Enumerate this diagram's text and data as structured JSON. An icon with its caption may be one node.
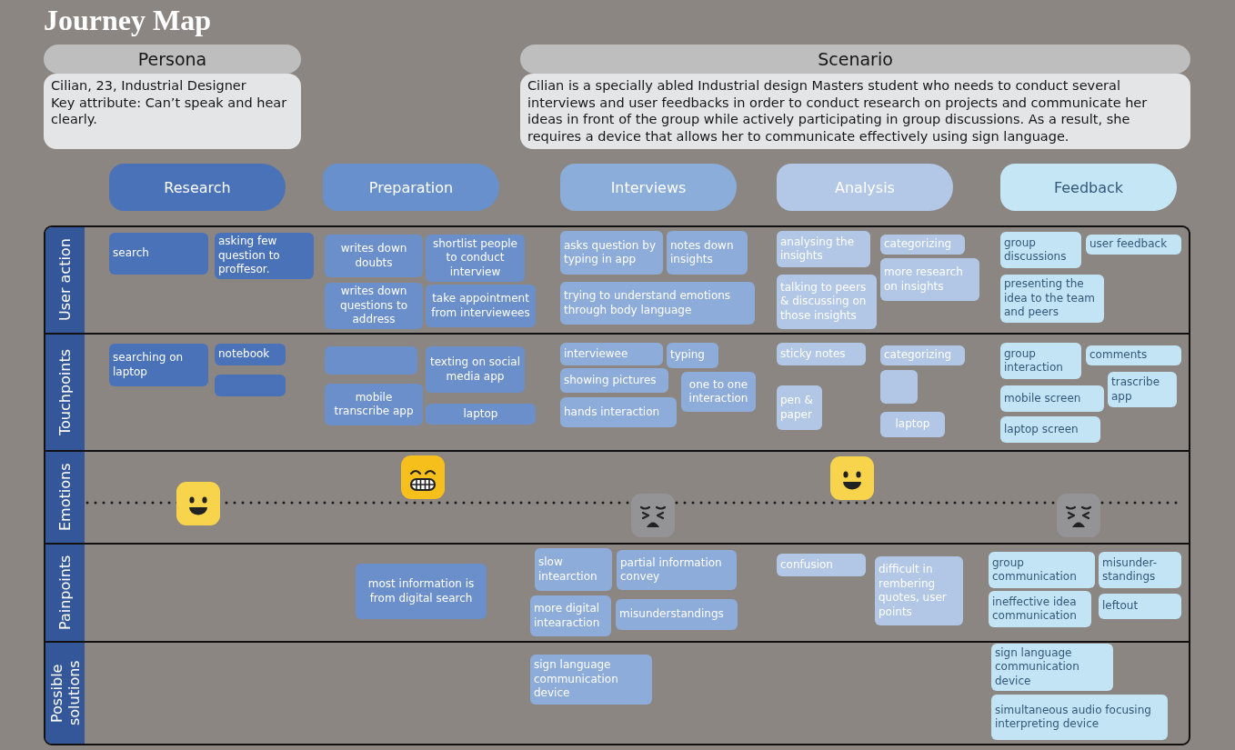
{
  "diagram": {
    "title": "Journey Map",
    "nodes": [
      {
        "text": [
          "Persona"
        ]
      },
      {
        "text": [
          "Cilian, 23, Industrial Designer",
          "Key attribute: Can’t speak and hear clearly."
        ]
      },
      {
        "text": [
          "Scenario"
        ]
      },
      {
        "text": [
          "Cilian is a specially abled Industrial design Masters student who needs to conduct several interviews and user feedbacks in order to conduct research on projects and communicate her ideas in front of the group while actively participating in group discussions. As a result, she requires a device that allows her to communicate effectively using sign language."
        ]
      },
      {
        "text": [
          "Research"
        ]
      },
      {
        "text": [
          "Preparation"
        ]
      },
      {
        "text": [
          "Interviews"
        ]
      },
      {
        "text": [
          "Analysis"
        ]
      },
      {
        "text": [
          "Feedback"
        ]
      },
      {
        "text": [
          "User action"
        ]
      },
      {
        "text": [
          "search"
        ],
        "in": 9
      },
      {
        "text": [
          "asking few question to proffesor."
        ],
        "in": 9
      },
      {
        "text": [
          "writes down doubts"
        ],
        "in": 9
      },
      {
        "text": [
          "shortlist people to conduct interview"
        ],
        "in": 9
      },
      {
        "text": [
          "writes down questions to address"
        ],
        "in": 9
      },
      {
        "text": [
          "take appointment from interviewees"
        ],
        "in": 9
      },
      {
        "text": [
          "asks question by typing in app"
        ],
        "in": 9
      },
      {
        "text": [
          "notes down insights"
        ],
        "in": 9
      },
      {
        "text": [
          "trying to understand emotions through body language"
        ],
        "in": 9
      },
      {
        "text": [
          "analysing the insights"
        ],
        "in": 9
      },
      {
        "text": [
          "categorizing"
        ],
        "in": 9
      },
      {
        "text": [
          "talking to peers & discussing on those insights"
        ],
        "in": 9
      },
      {
        "text": [
          "more research on insights"
        ],
        "in": 9
      },
      {
        "text": [
          "group discussions"
        ],
        "in": 9
      },
      {
        "text": [
          "user feedback"
        ],
        "in": 9
      },
      {
        "text": [
          "presenting the idea to the team and peers"
        ],
        "in": 9
      },
      {
        "text": [
          "Touchpoints"
        ]
      },
      {
        "text": [
          "searching on laptop"
        ],
        "in": 26
      },
      {
        "text": [
          "notebook"
        ],
        "in": 26
      },
      {
        "text": [],
        "shape": "box",
        "in": 26
      },
      {
        "text": [],
        "shape": "box",
        "in": 26
      },
      {
        "text": [
          "texting on social media app"
        ],
        "in": 26
      },
      {
        "text": [
          "mobile transcribe app"
        ],
        "in": 26
      },
      {
        "text": [
          "laptop"
        ],
        "in": 26
      },
      {
        "text": [
          "interviewee"
        ],
        "in": 26
      },
      {
        "text": [
          "typing"
        ],
        "in": 26
      },
      {
        "text": [
          "showing pictures"
        ],
        "in": 26
      },
      {
        "text": [
          "one to one interaction"
        ],
        "in": 26
      },
      {
        "text": [
          "hands interaction"
        ],
        "in": 26
      },
      {
        "text": [
          "sticky notes"
        ],
        "in": 26
      },
      {
        "text": [
          "categorizing"
        ],
        "in": 26
      },
      {
        "text": [],
        "shape": "box",
        "in": 26
      },
      {
        "text": [
          "pen & paper"
        ],
        "in": 26
      },
      {
        "text": [
          "laptop"
        ],
        "in": 26
      },
      {
        "text": [
          "group interaction"
        ],
        "in": 26
      },
      {
        "text": [
          "comments"
        ],
        "in": 26
      },
      {
        "text": [
          "trascribe app"
        ],
        "in": 26
      },
      {
        "text": [
          "mobile screen"
        ],
        "in": 26
      },
      {
        "text": [
          "laptop screen"
        ],
        "in": 26
      },
      {
        "text": [
          "Emotions"
        ]
      },
      {
        "text": [
          "Painpoints"
        ]
      },
      {
        "text": [
          "most information is from digital search"
        ],
        "in": 50
      },
      {
        "text": [
          "slow intearction"
        ],
        "in": 50
      },
      {
        "text": [
          "partial information convey"
        ],
        "in": 50
      },
      {
        "text": [
          "more digital intearaction"
        ],
        "in": 50
      },
      {
        "text": [
          "misunderstandings"
        ],
        "in": 50
      },
      {
        "text": [
          "confusion"
        ],
        "in": 50
      },
      {
        "text": [
          "difficult in rembering quotes, user points"
        ],
        "in": 50
      },
      {
        "text": [
          "group communication"
        ],
        "in": 50
      },
      {
        "text": [
          "misunder- standings"
        ],
        "in": 50
      },
      {
        "text": [
          "ineffective idea communication"
        ],
        "in": 50
      },
      {
        "text": [
          "leftout"
        ],
        "in": 50
      },
      {
        "text": [
          "Possible solutions"
        ]
      },
      {
        "text": [
          "sign language communication device"
        ],
        "in": 62
      },
      {
        "text": [
          "sign language communication device"
        ],
        "in": 62
      },
      {
        "text": [
          "simultaneous audio focusing interpreting device"
        ],
        "in": 62
      }
    ]
  }
}
